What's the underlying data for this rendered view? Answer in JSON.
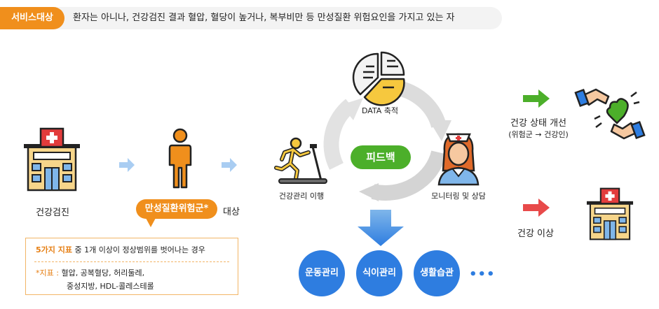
{
  "banner": {
    "tag": "서비스대상",
    "text": "환자는 아니나, 건강검진 결과 혈압, 혈당이 높거나, 복부비만 등 만성질환 위험요인을 가지고 있는 자"
  },
  "left": {
    "checkup_label": "건강검진",
    "risk_group_badge": "만성질환위험군*",
    "target_label": "대상",
    "criteria": {
      "line1_highlight": "5가지 지표",
      "line1_rest": " 중 1개 이상이 정상범위를 벗어나는 경우",
      "line2_highlight": "*지표 :",
      "line2_rest": " 혈압, 공복혈당, 허리둘레,",
      "line3": "중성지방, HDL-콜레스테롤"
    }
  },
  "cycle": {
    "data_label": "DATA 축적",
    "feedback_label": "피드백",
    "manage_label": "건강관리 이행",
    "monitor_label": "모니터링 및 상담"
  },
  "programs": {
    "items": [
      "운동관리",
      "식이관리",
      "생활습관"
    ],
    "more": "•••"
  },
  "outcomes": {
    "improve_title": "건강 상태 개선",
    "improve_sub": "(위험군 → 건강인)",
    "abnormal_title": "건강 이상"
  },
  "colors": {
    "orange": "#f08f1c",
    "green": "#4caf2a",
    "blue": "#2e7de0",
    "red": "#e84a4a",
    "light_blue": "#a9cdf2"
  }
}
